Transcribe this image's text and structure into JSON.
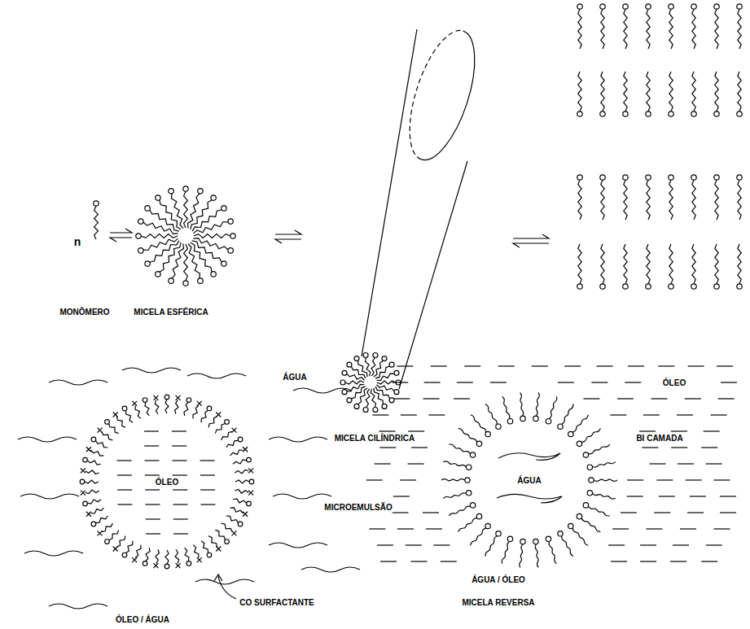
{
  "diagram": {
    "nodes": [
      {
        "text": [
          "ÓLEO"
        ]
      },
      {
        "text": [
          "ÁGUA"
        ]
      }
    ],
    "labels": [
      "n",
      "MONÔMERO",
      "MICELA ESFÉRICA",
      "MICELA CILÍNDRICA",
      "BI CAMADA",
      "MICROEMULSÃO",
      "ÁGUA",
      "ÓLEO",
      "CO SURFACTANTE",
      "ÓLEO / ÁGUA",
      "ÁGUA / ÓLEO",
      "MICELA REVERSA"
    ]
  }
}
